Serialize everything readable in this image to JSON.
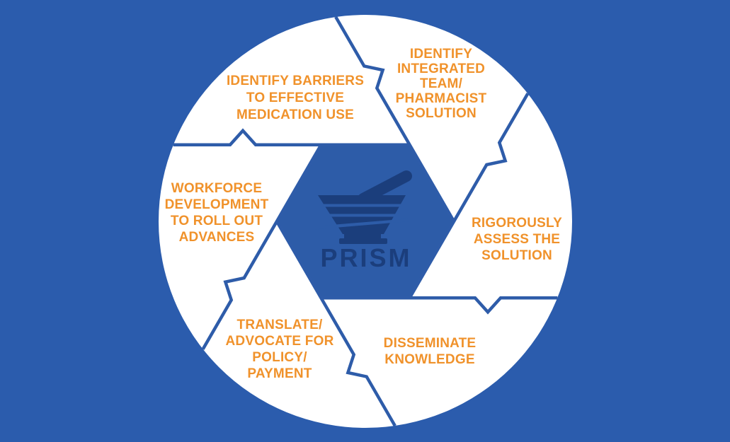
{
  "diagram": {
    "type": "aperture-cycle",
    "segments": 6,
    "center": {
      "brand": "PRISM",
      "icon": "mortar-and-pestle-icon"
    }
  },
  "labels": [
    {
      "id": "identify-barriers",
      "text": "IDENTIFY BARRIERS\nTO EFFECTIVE\nMEDICATION USE"
    },
    {
      "id": "identify-integrated-team",
      "text": "IDENTIFY\nINTEGRATED\nTEAM/\nPHARMACIST\nSOLUTION"
    },
    {
      "id": "rigorously-assess",
      "text": "RIGOROUSLY\nASSESS THE\nSOLUTION"
    },
    {
      "id": "disseminate-knowledge",
      "text": "DISSEMINATE\nKNOWLEDGE"
    },
    {
      "id": "translate-advocate",
      "text": "TRANSLATE/\nADVOCATE FOR\nPOLICY/\nPAYMENT"
    },
    {
      "id": "workforce-development",
      "text": "WORKFORCE\nDEVELOPMENT\nTO ROLL OUT\nADVANCES"
    }
  ],
  "colors": {
    "background": "#2B5CAD",
    "hexagon": "#2D5CA8",
    "blade_line": "#2E5CA9",
    "circle": "#FFFFFF",
    "label_text": "#F0922B",
    "brand_navy": "#1B3E7C"
  }
}
